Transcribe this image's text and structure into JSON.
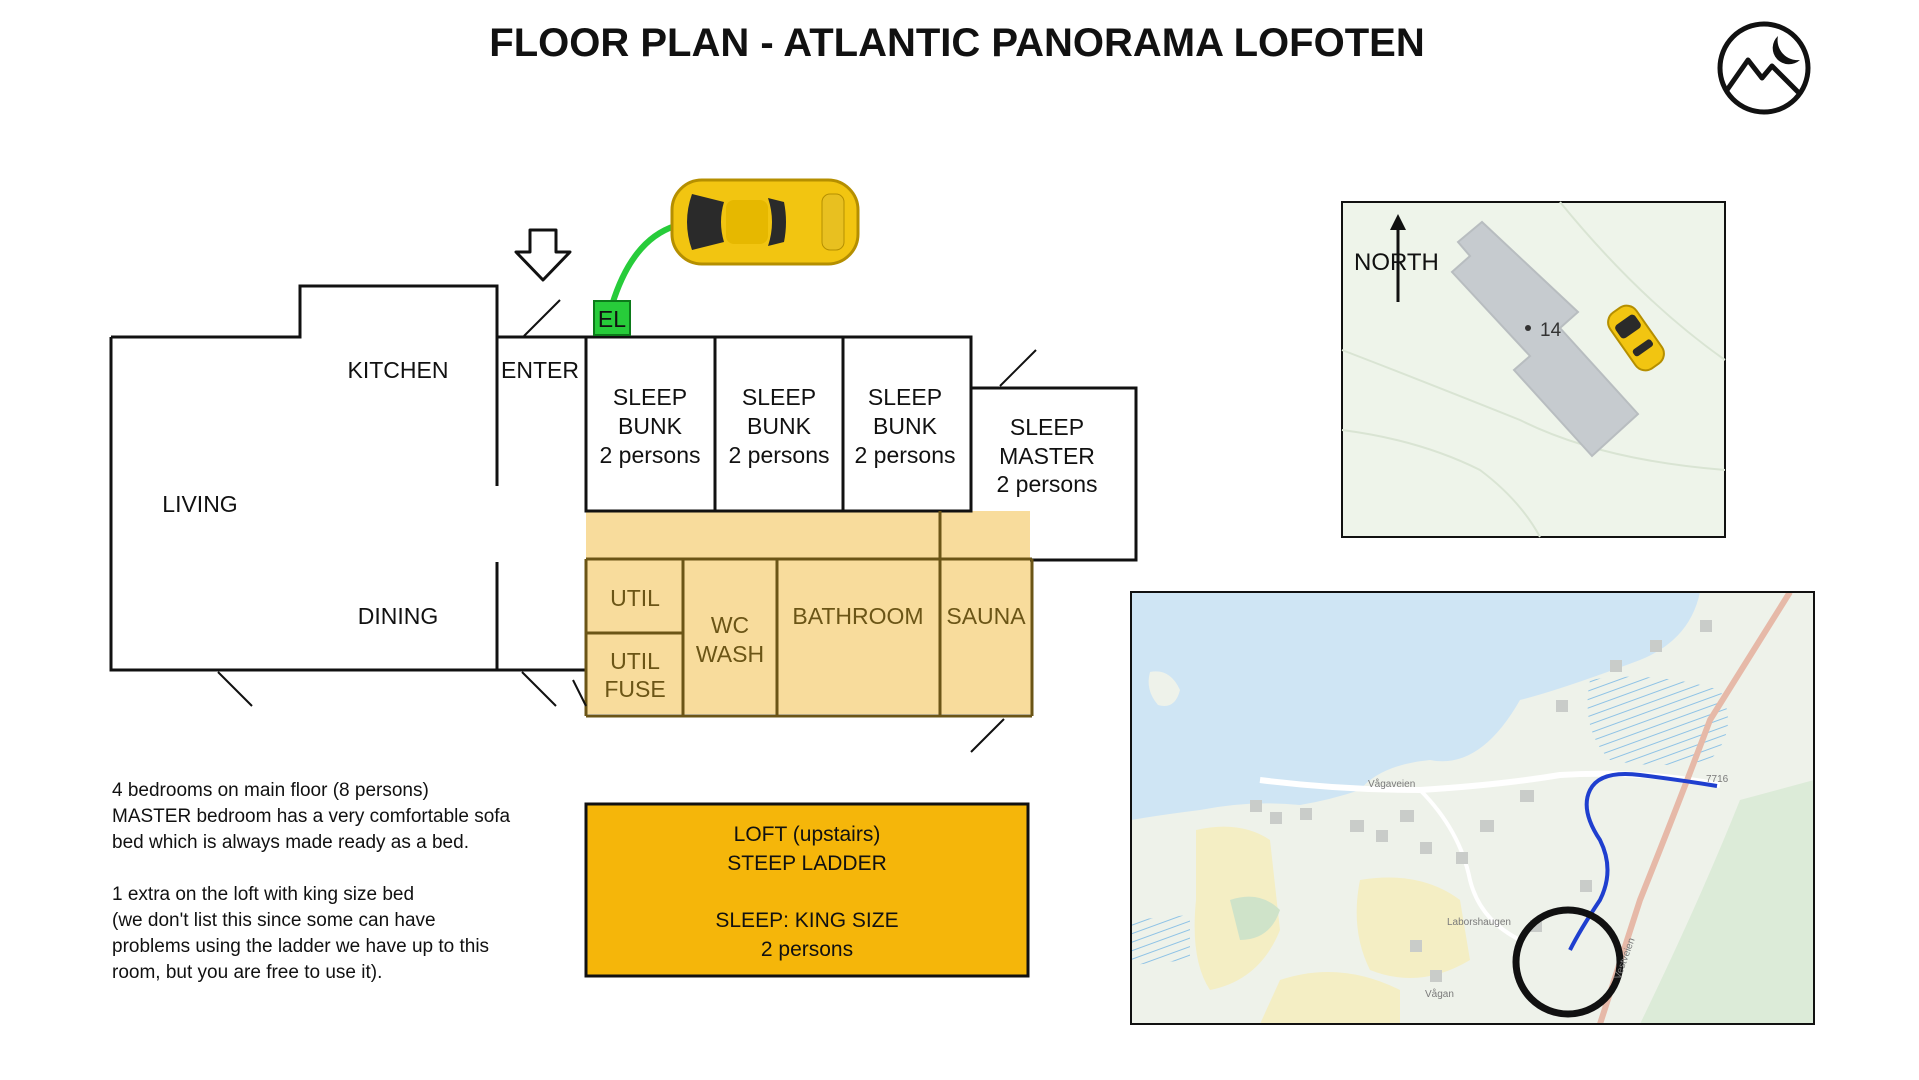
{
  "title": "FLOOR PLAN - ATLANTIC PANORAMA LOFOTEN",
  "logo_icon": "mountain-moon-logo-icon",
  "rooms": {
    "kitchen": "KITCHEN",
    "living": "LIVING",
    "dining": "DINING",
    "enter": "ENTER",
    "el": "EL",
    "bunk1": {
      "l1": "SLEEP",
      "l2": "BUNK",
      "l3": "2 persons"
    },
    "bunk2": {
      "l1": "SLEEP",
      "l2": "BUNK",
      "l3": "2 persons"
    },
    "bunk3": {
      "l1": "SLEEP",
      "l2": "BUNK",
      "l3": "2 persons"
    },
    "master": {
      "l1": "SLEEP",
      "l2": "MASTER",
      "l3": "2 persons"
    },
    "util": "UTIL",
    "util_fuse": {
      "l1": "UTIL",
      "l2": "FUSE"
    },
    "wc_wash": {
      "l1": "WC",
      "l2": "WASH"
    },
    "bathroom": "BATHROOM",
    "sauna": "SAUNA"
  },
  "notes": [
    "4 bedrooms on main floor (8 persons)",
    "MASTER bedroom has a very comfortable sofa",
    "bed which is always made ready as a bed.",
    "",
    "1 extra on the loft with king size bed",
    "(we don't list this since some can have",
    "problems using the ladder we have up to this",
    "room, but you are free to use it)."
  ],
  "loft": {
    "l1": "LOFT (upstairs)",
    "l2": "STEEP LADDER",
    "l3": "SLEEP: KING SIZE",
    "l4": "2 persons"
  },
  "mini_map": {
    "north": "NORTH",
    "house_number": "14"
  },
  "area_map": {
    "road_label": "Vågaveien",
    "road_number": "7716",
    "road_main": "Vestveien",
    "place1": "Laborshaugen",
    "place2": "Vågan"
  },
  "colors": {
    "wet_area": "#f8dc9c",
    "loft": "#f5b60a",
    "el_box": "#27cc3a",
    "car": "#f2c511",
    "route": "#1f3fcf",
    "water": "#cfe5f4",
    "land": "#eef2ea"
  }
}
